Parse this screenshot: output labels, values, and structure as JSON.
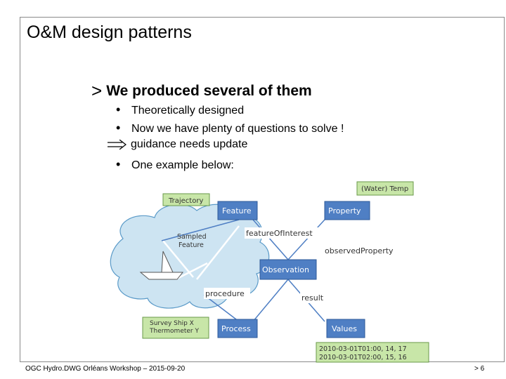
{
  "slide": {
    "title": "O&M design patterns",
    "heading": "We produced several of them",
    "heading_marker": ">",
    "bullets": [
      "Theoretically designed",
      "Now we have plenty of questions to solve !"
    ],
    "implication": "guidance needs update",
    "bullet_last": "One example below:",
    "footer": "OGC Hydro.DWG Orléans Workshop – 2015-09-20",
    "page_number": "> 6"
  },
  "diagram": {
    "nodes": {
      "feature": "Feature",
      "property": "Property",
      "observation": "Observation",
      "process": "Process",
      "values": "Values"
    },
    "edges": {
      "feature_of_interest": "featureOfInterest",
      "observed_property": "observedProperty",
      "procedure": "procedure",
      "result": "result"
    },
    "notes": {
      "trajectory": "Trajectory",
      "water_temp": "(Water) Temp",
      "sampled_feature_1": "Sampled",
      "sampled_feature_2": "Feature",
      "survey_ship_1": "Survey Ship X",
      "survey_ship_2": "Thermometer Y",
      "values_line_1": "2010-03-01T01:00, 14, 17",
      "values_line_2": "2010-03-01T02:00, 15, 16"
    },
    "colors": {
      "node_fill": "#4f7fc4",
      "note_fill": "#c8e6a8",
      "cloud_fill": "#cde4f2",
      "line": "#ffffff",
      "edge_label_bg": "#ffffff"
    }
  }
}
